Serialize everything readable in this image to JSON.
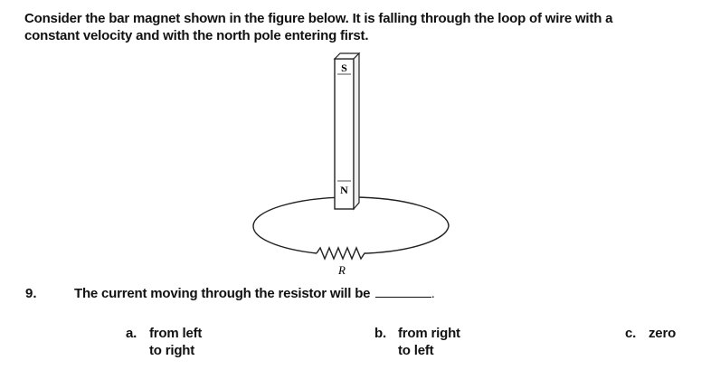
{
  "intro": {
    "line1": "Consider the bar magnet shown in the figure below.  It is falling through the loop of wire with a",
    "line2": "constant velocity and with the north pole entering first."
  },
  "figure": {
    "south_label": "S",
    "north_label": "N",
    "resistor_label": "R"
  },
  "question": {
    "number": "9.",
    "text": "The current moving through the resistor will be",
    "end": "."
  },
  "options": [
    {
      "letter": "a.",
      "lines": [
        "from left",
        "to right"
      ]
    },
    {
      "letter": "b.",
      "lines": [
        "from right",
        "to left"
      ]
    },
    {
      "letter": "c.",
      "lines": [
        "zero"
      ]
    }
  ]
}
